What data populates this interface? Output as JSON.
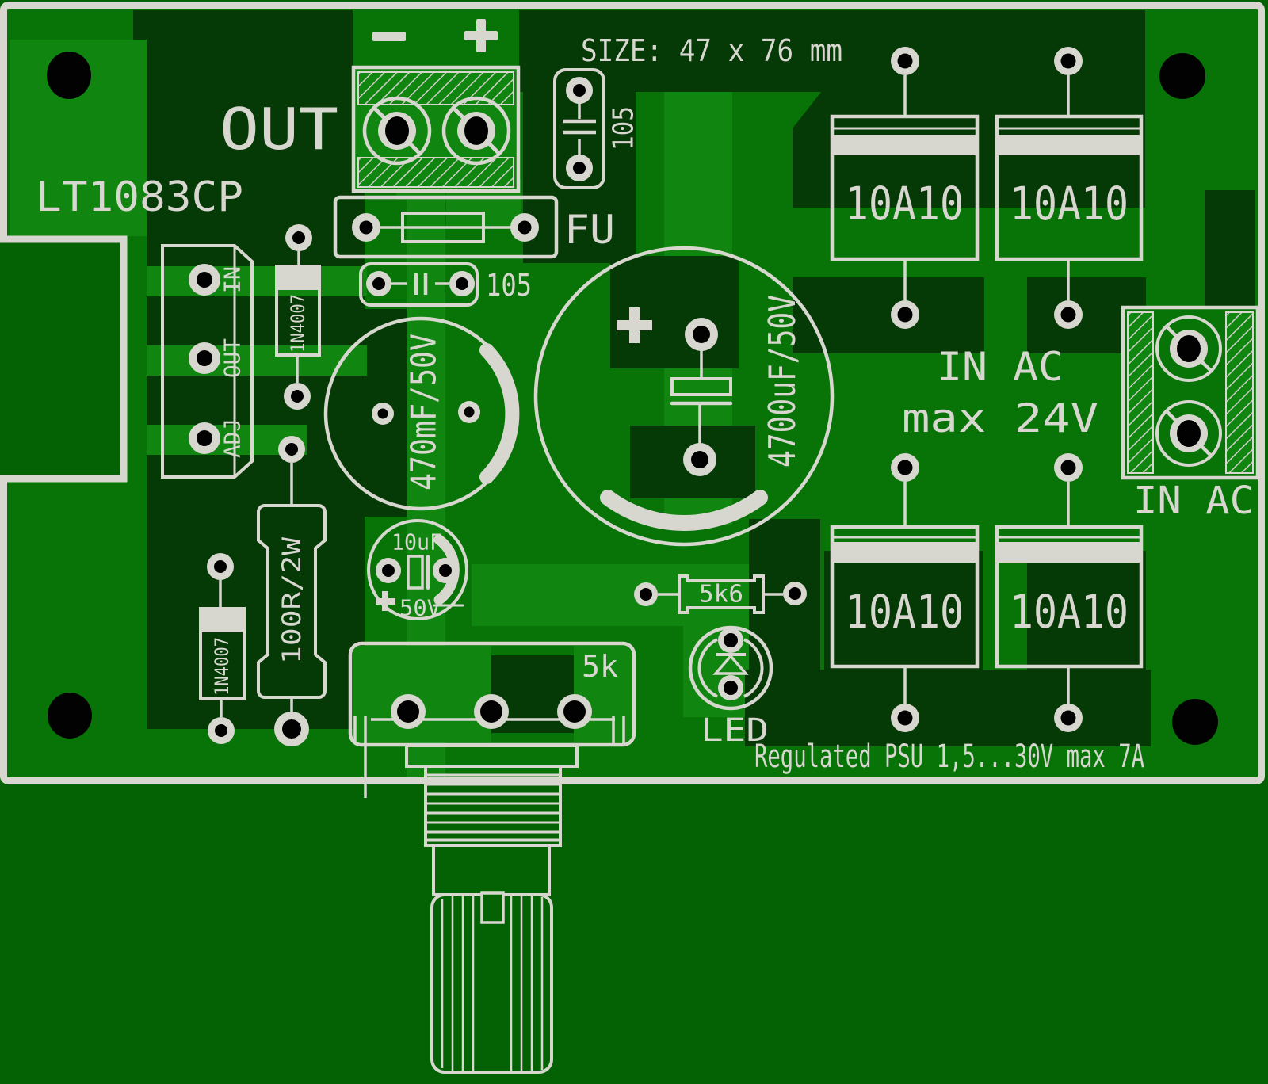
{
  "colors": {
    "outside": "#046204",
    "board_base": "#087408",
    "copper_dark_pour": "#053905",
    "copper_light_trace": "#108510",
    "silkscreen": "#d7d7d0",
    "hole": "#020202"
  },
  "texts": {
    "title": "LT1083CP",
    "size_note": "SIZE: 47 x 76 mm",
    "out_label": "OUT",
    "minus": "-",
    "plus": "+",
    "fuse_label": "FU",
    "cap105_vertical": "105",
    "cap105_horizontal": "105",
    "pin_in": "IN",
    "pin_out": "OUT",
    "pin_adj": "ADJ",
    "diodes_small": [
      "1N4007",
      "1N4007"
    ],
    "resistor_adj": "100R/2W",
    "cap_filter": "470mF/50V",
    "cap_small_value": "10uF",
    "cap_small_voltage": "50V",
    "cap_small_plus": "+",
    "cap_main": "4700uF/50V",
    "cap_main_plus": "+",
    "resistor_led": "5k6",
    "led_label": "LED",
    "pot_label": "5k",
    "rectifiers": [
      "10A10",
      "10A10",
      "10A10",
      "10A10"
    ],
    "ac_note_line1": "IN AC",
    "ac_note_line2": "max 24V",
    "ac_terminal_label": "IN AC",
    "footer": "Regulated PSU 1,5...30V  max 7A"
  }
}
